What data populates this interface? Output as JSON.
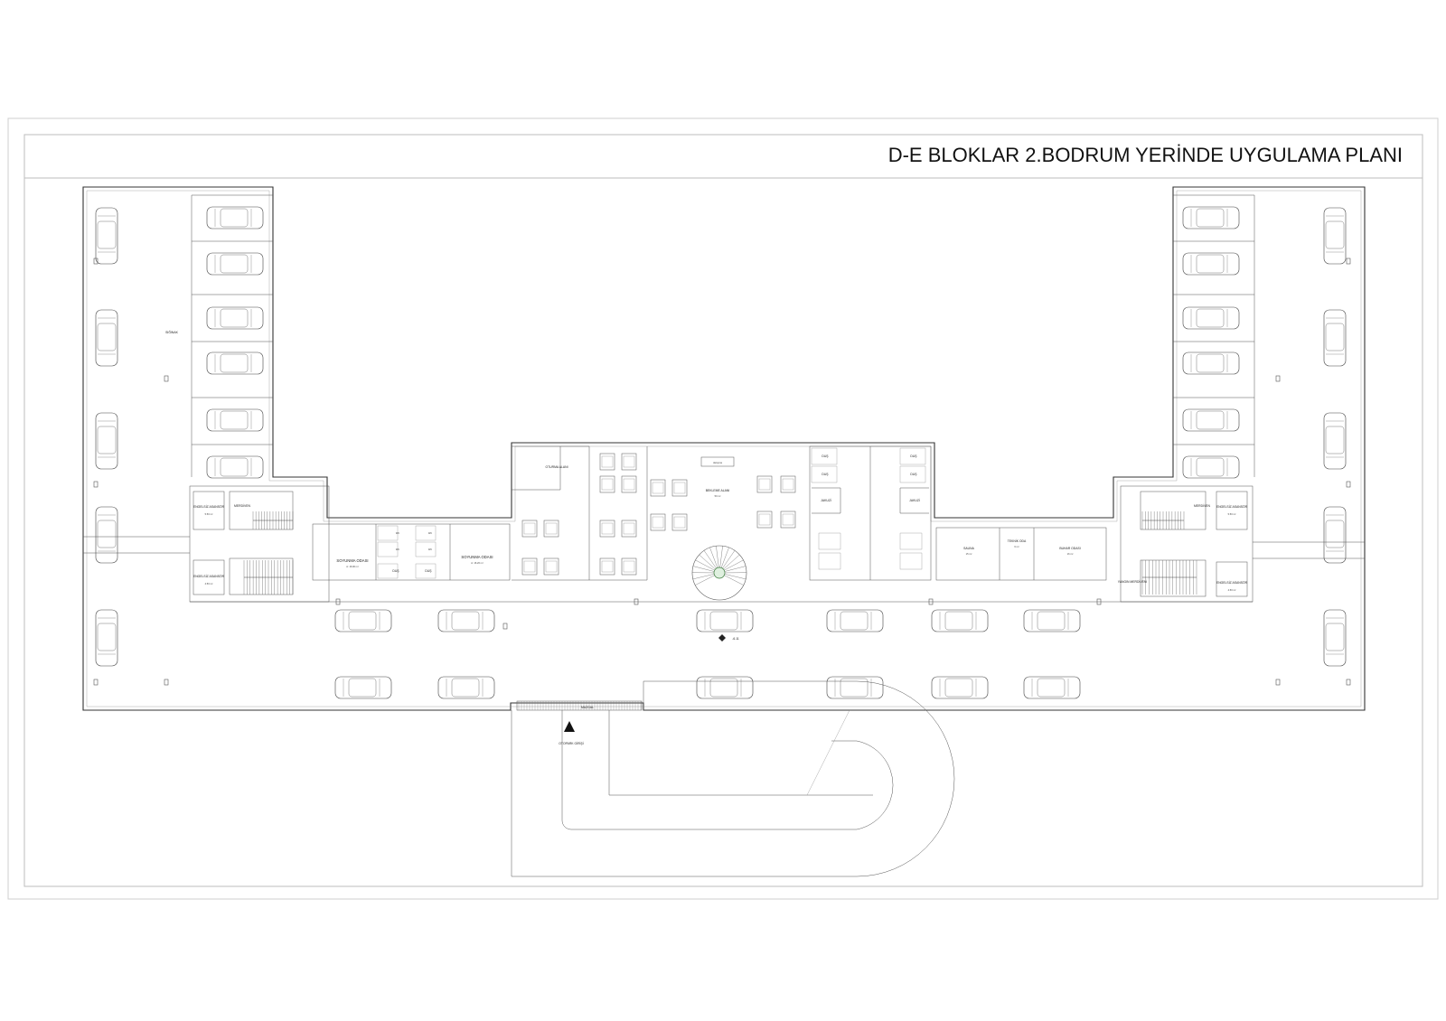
{
  "title": "D-E BLOKLAR  2.BODRUM YERİNDE UYGULAMA PLANI",
  "rooms": {
    "siginak": "SIĞINAK",
    "engelsiz_left_top": "ENGELSİZ ASANSÖR",
    "engelsiz_left_top_area": "5.50 m²",
    "merdiven_left": "MERDİVEN",
    "engelsiz_left_bottom": "ENGELSİZ ASANSÖR",
    "engelsiz_left_bottom_area": "4.50 m²",
    "soyunma_1": "SOYUNMA ODASI",
    "soyunma_1_area": "A: 16.90 m²",
    "soyunma_2": "SOYUNMA ODASI",
    "soyunma_2_area": "A: 16.20 m²",
    "wc": "WC",
    "dus": "DUŞ",
    "oturma": "OTURMA ALANI",
    "bekleme": "BEKLEME ALANI",
    "bekleme_area": "50 m²",
    "danisma": "danışma",
    "jakuzi": "JAKUZİ",
    "sauna": "SAUNA",
    "sauna_area": "15 m²",
    "teknik": "TEKNİK ODA",
    "teknik_area": "6 m²",
    "buhar": "BUHAR ODASI",
    "buhar_area": "16 m²",
    "merdiven_right": "MERDİVEN",
    "yangin": "YANGIN MERDİVENİ",
    "engelsiz_right_top": "ENGELSİZ ASANSÖR",
    "engelsiz_right_top_area": "5.50 m²",
    "engelsiz_right_bottom": "ENGELSİZ ASANSÖR",
    "engelsiz_right_bottom_area": "4.50 m²",
    "mazgal": "MAZGAL",
    "otopark": "OTOPARK GİRİŞİ",
    "level": "-6.11"
  }
}
